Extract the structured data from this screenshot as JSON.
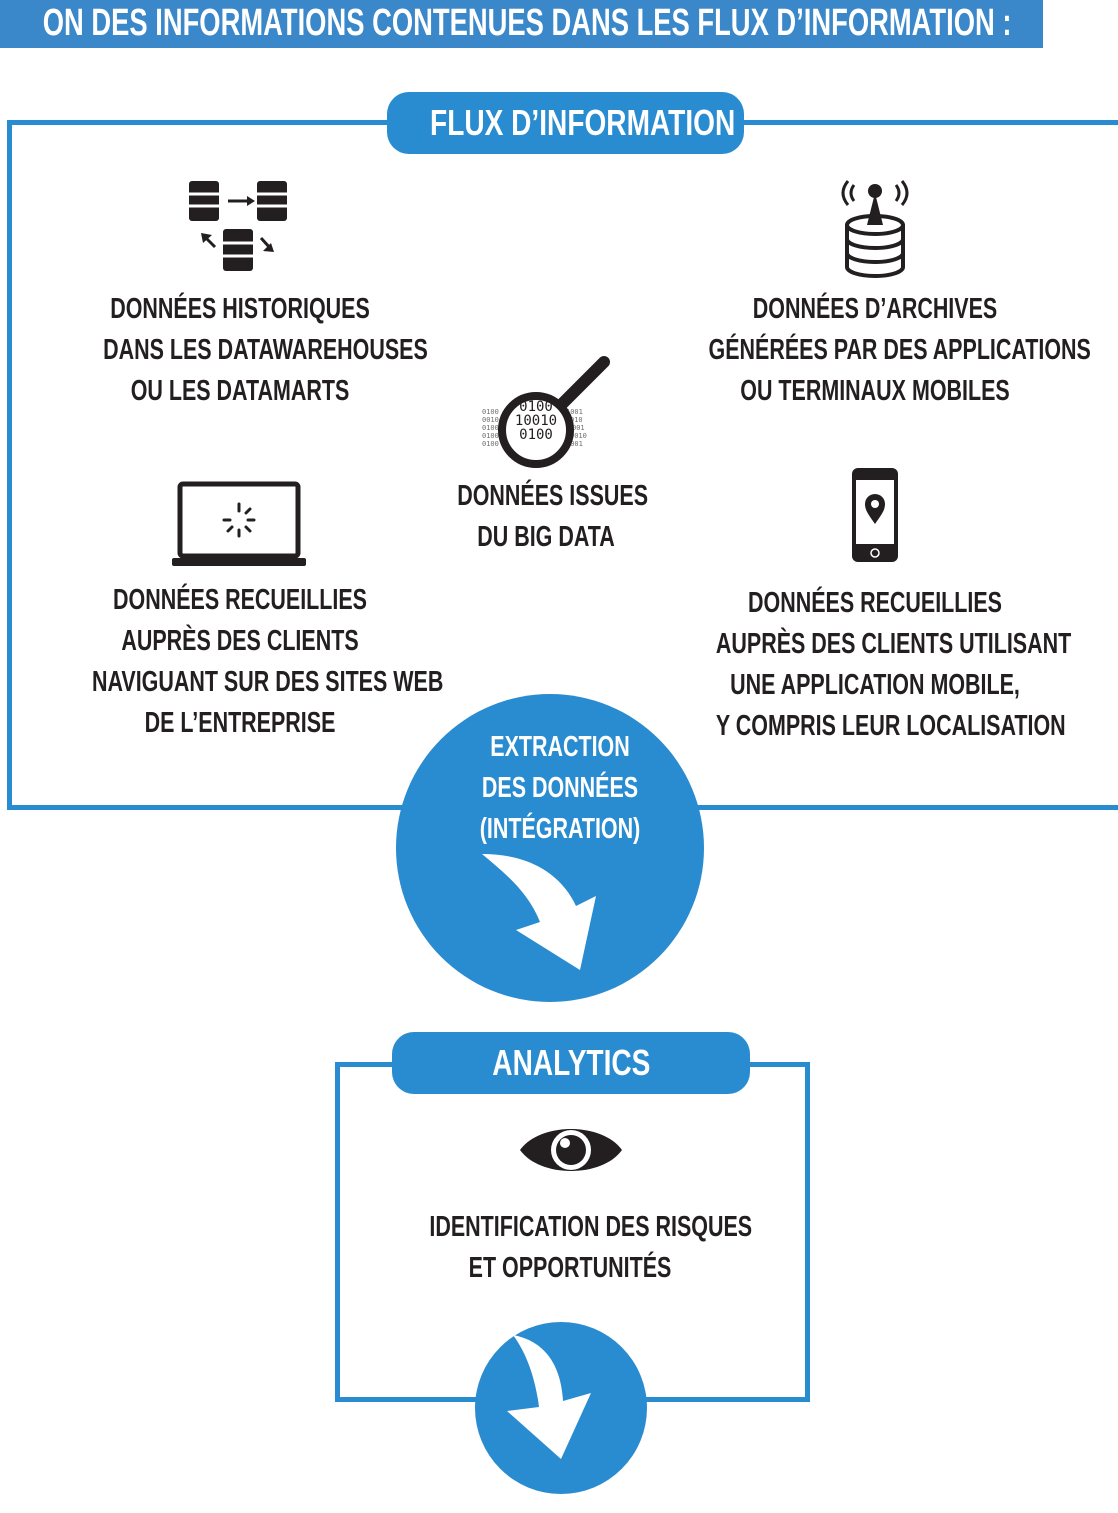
{
  "header": {
    "title": "ON DES INFORMATIONS CONTENUES DANS LES FLUX D’INFORMATION :"
  },
  "flux": {
    "title": "FLUX D’INFORMATION",
    "historical": {
      "icon": "database-sync-icon",
      "lines": [
        "DONNÉES HISTORIQUES",
        "DANS LES DATAWAREHOUSES",
        "OU LES DATAMARTS"
      ]
    },
    "archives": {
      "icon": "database-antenna-icon",
      "lines": [
        "DONNÉES D’ARCHIVES",
        "GÉNÉRÉES PAR DES APPLICATIONS",
        "OU TERMINAUX MOBILES"
      ]
    },
    "bigdata": {
      "icon": "magnifier-binary-icon",
      "lines": [
        "DONNÉES ISSUES",
        "DU BIG DATA"
      ],
      "binary": [
        "0100",
        "10010",
        "0100"
      ]
    },
    "websites": {
      "icon": "laptop-loading-icon",
      "lines": [
        "DONNÉES RECUEILLIES",
        "AUPRÈS DES CLIENTS",
        "NAVIGUANT SUR DES SITES WEB",
        "DE L’ENTREPRISE"
      ]
    },
    "mobile": {
      "icon": "smartphone-location-icon",
      "lines": [
        "DONNÉES RECUEILLIES",
        "AUPRÈS DES CLIENTS UTILISANT",
        "UNE APPLICATION MOBILE,",
        "Y COMPRIS LEUR LOCALISATION"
      ]
    }
  },
  "extraction": {
    "lines": [
      "EXTRACTION",
      "DES DONNÉES",
      "(INTÉGRATION)"
    ],
    "icon": "curved-arrow-icon"
  },
  "analytics": {
    "title": "ANALYTICS",
    "icon": "eye-icon",
    "lines": [
      "IDENTIFICATION DES RISQUES",
      "ET OPPORTUNITÉS"
    ]
  },
  "colors": {
    "accent": "#2a8cd0",
    "header": "#3a87c9",
    "text": "#231f20"
  }
}
